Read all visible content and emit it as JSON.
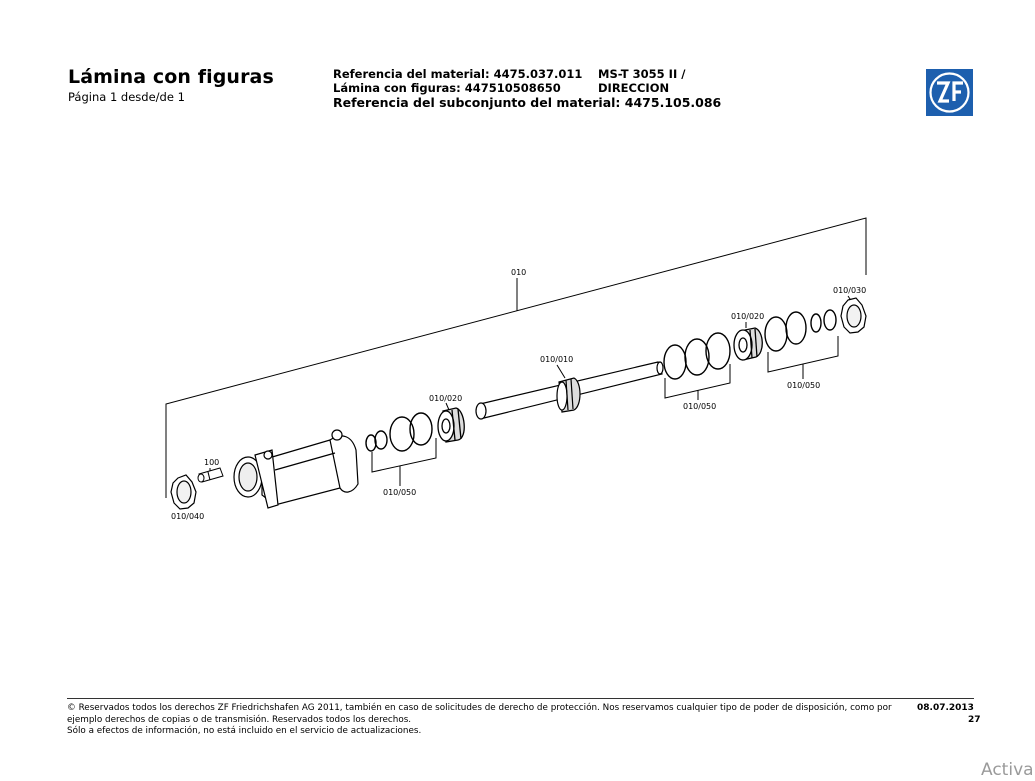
{
  "header": {
    "title": "Lámina con figuras",
    "subtitle": "Página 1 desde/de 1",
    "ref_material": "Referencia del material: 4475.037.011",
    "ref_lamina": "Lámina con figuras: 447510508650",
    "ref_subconjunto": "Referencia del subconjunto del material: 4475.105.086",
    "model_line1": "MS-T 3055 II /",
    "model_line2": "DIRECCION",
    "logo_text": "ZF"
  },
  "diagram": {
    "labels": {
      "assembly": "010",
      "piston_rod": "010/010",
      "piston_left": "010/020",
      "piston_right": "010/020",
      "nut_right": "010/030",
      "nut_left": "010/040",
      "seals_left": "010/050",
      "seals_mid": "010/050",
      "seals_right": "010/050",
      "screw": "100"
    }
  },
  "footer": {
    "copyright": "© Reservados todos los derechos ZF Friedrichshafen AG 2011, también en caso de solicitudes de derecho de protección. Nos reservamos cualquier tipo de poder de disposición, como por ejemplo derechos de copias o de transmisión. Reservados todos los derechos.",
    "info": "Sólo a efectos de información, no está incluido en el servicio de actualizaciones.",
    "date": "08.07.2013",
    "page": "27"
  },
  "watermark": "Activa"
}
